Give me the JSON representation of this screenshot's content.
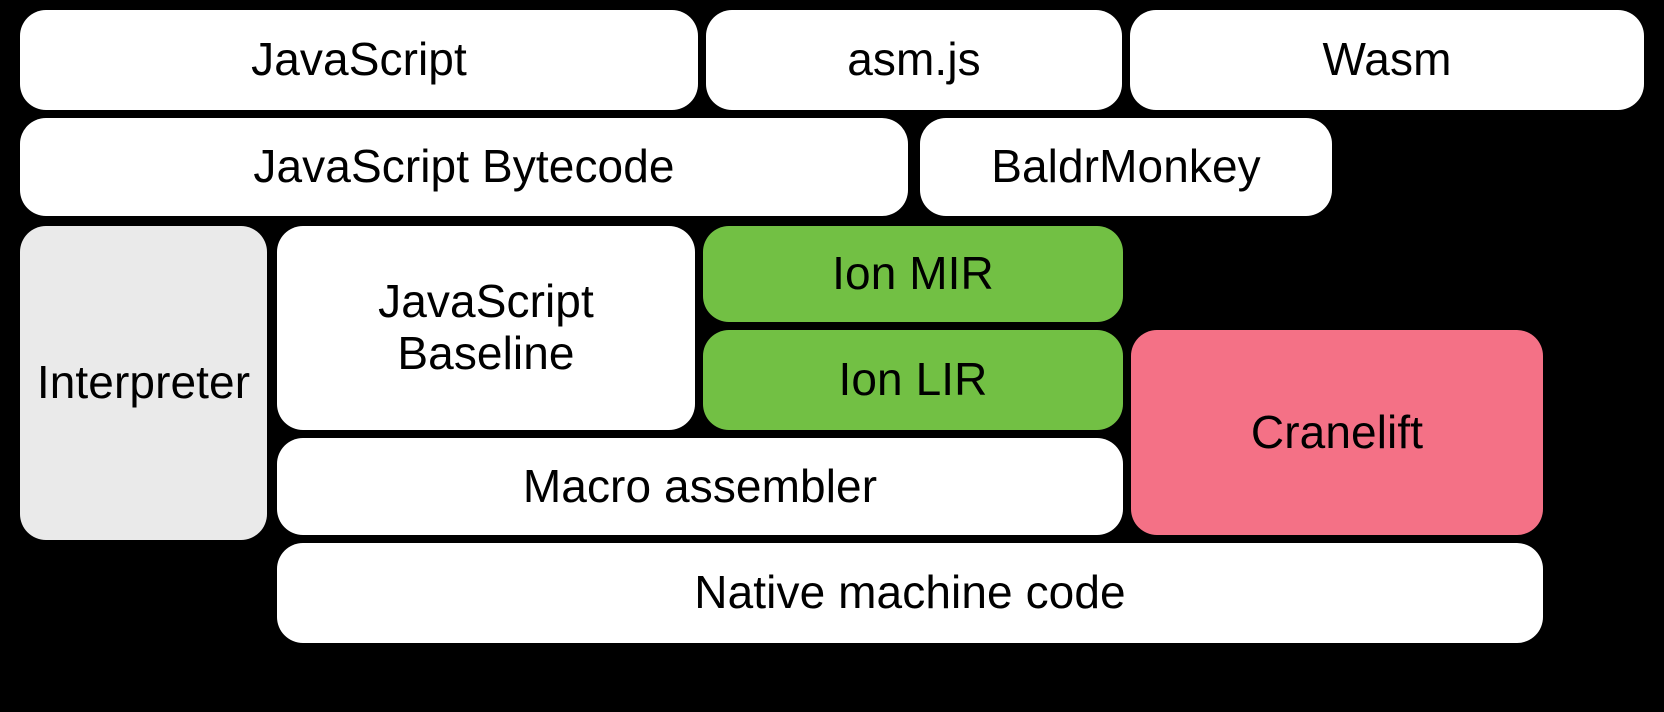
{
  "diagram": {
    "title": "SpiderMonkey compilation pipeline",
    "background_color": "#000000",
    "colors": {
      "white": "#ffffff",
      "gray": "#eaeaea",
      "green": "#72c044",
      "pink": "#f47186",
      "text": "#000000"
    },
    "rows": [
      {
        "name": "source-languages",
        "nodes": [
          {
            "id": "javascript",
            "label": "JavaScript",
            "fill": "#ffffff"
          },
          {
            "id": "asmjs",
            "label": "asm.js",
            "fill": "#ffffff"
          },
          {
            "id": "wasm",
            "label": "Wasm",
            "fill": "#ffffff"
          }
        ]
      },
      {
        "name": "intermediate-front-ends",
        "nodes": [
          {
            "id": "js_bytecode",
            "label": "JavaScript Bytecode",
            "fill": "#ffffff"
          },
          {
            "id": "baldrmonkey",
            "label": "BaldrMonkey",
            "fill": "#ffffff"
          }
        ]
      },
      {
        "name": "execution-tiers",
        "nodes": [
          {
            "id": "interpreter",
            "label": "Interpreter",
            "fill": "#eaeaea"
          },
          {
            "id": "js_baseline",
            "label": "JavaScript\nBaseline",
            "fill": "#ffffff"
          },
          {
            "id": "ion_mir",
            "label": "Ion MIR",
            "fill": "#72c044"
          },
          {
            "id": "ion_lir",
            "label": "Ion LIR",
            "fill": "#72c044"
          },
          {
            "id": "cranelift",
            "label": "Cranelift",
            "fill": "#f47186"
          }
        ]
      },
      {
        "name": "backends",
        "nodes": [
          {
            "id": "macro_assembler",
            "label": "Macro assembler",
            "fill": "#ffffff"
          },
          {
            "id": "native_code",
            "label": "Native machine code",
            "fill": "#ffffff"
          }
        ]
      }
    ],
    "labels": {
      "javascript": "JavaScript",
      "asmjs": "asm.js",
      "wasm": "Wasm",
      "js_bytecode": "JavaScript Bytecode",
      "baldrmonkey": "BaldrMonkey",
      "interpreter": "Interpreter",
      "js_baseline": "JavaScript\nBaseline",
      "ion_mir": "Ion MIR",
      "ion_lir": "Ion LIR",
      "cranelift": "Cranelift",
      "macro_assembler": "Macro assembler",
      "native_code": "Native machine code"
    }
  }
}
